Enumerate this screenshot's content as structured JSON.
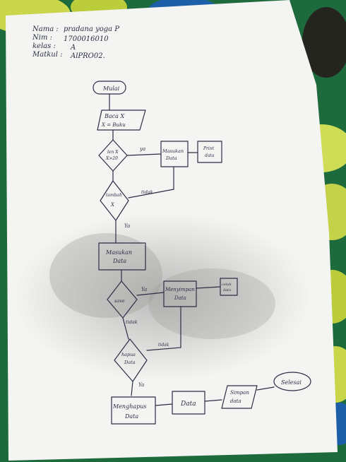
{
  "header": {
    "name_label": "Nama :",
    "name_value": "pradana yoga P",
    "nim_label": "Nim :",
    "nim_value": "1700016010",
    "kelas_label": "kelas :",
    "kelas_value": "A",
    "matkul_label": "Matkul :",
    "matkul_value": "AlPRO02."
  },
  "flowchart": {
    "start": "Mulai",
    "read_1": "Baca X",
    "read_2": "X = Buku",
    "decision_len_1": "len X",
    "decision_len_2": "X>20",
    "yes_1": "ya",
    "insert_1a": "Masukan",
    "insert_1b": "Data",
    "print_1": "Print",
    "print_2": "data",
    "decision_add_1": "tambah",
    "decision_add_2": "X",
    "no_1": "tidak",
    "yes_2": "Ya",
    "insert_2a": "Masukan",
    "insert_2b": "Data",
    "decision_save": "save",
    "yes_3": "Ya",
    "save_a": "Menyimpan",
    "save_b": "Data",
    "check_1": "cetak",
    "check_2": "data",
    "no_2": "tidak",
    "decision_delete_1": "hapus",
    "decision_delete_2": "Data",
    "no_3": "tidak",
    "yes_4": "Ya",
    "delete_a": "Menghapus",
    "delete_b": "Data",
    "data_box": "Data",
    "store_a": "Simpan",
    "store_b": "data",
    "end": "Selesai"
  }
}
